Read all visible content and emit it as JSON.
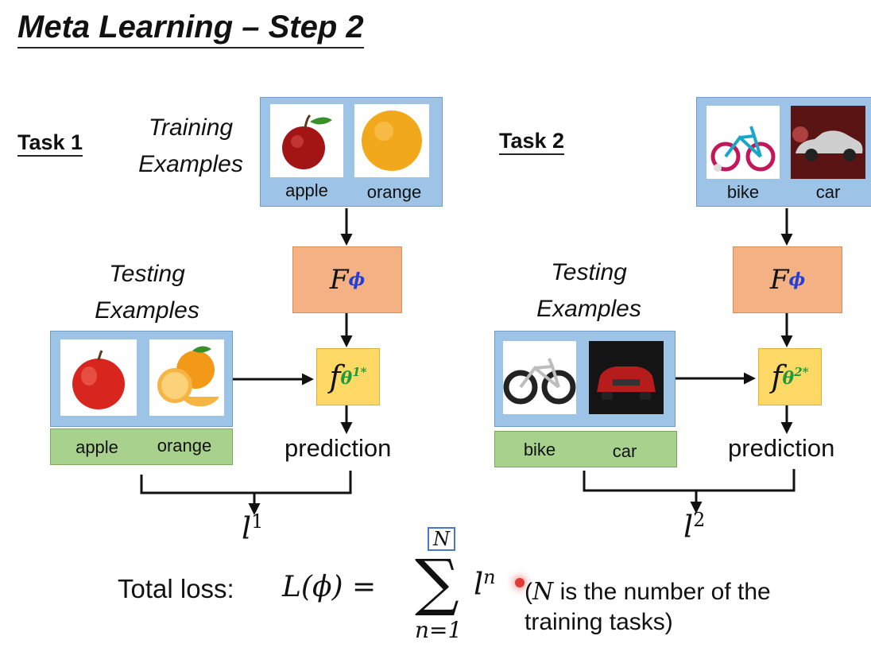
{
  "title": "Meta Learning – Step 2",
  "task1": {
    "label": "Task 1",
    "training_label": [
      "Training",
      "Examples"
    ],
    "training_captions": [
      "apple",
      "orange"
    ],
    "testing_label": [
      "Testing",
      "Examples"
    ],
    "testing_captions": [
      "apple",
      "orange"
    ],
    "meta_learner": {
      "symbol": "F",
      "subscript": "ϕ"
    },
    "learner": {
      "symbol": "f",
      "subscript": "θ",
      "superscript": "1*"
    },
    "prediction": "prediction",
    "loss": {
      "symbol": "l",
      "index": "1"
    }
  },
  "task2": {
    "label": "Task 2",
    "training_captions": [
      "bike",
      "car"
    ],
    "testing_label": [
      "Testing",
      "Examples"
    ],
    "testing_captions": [
      "bike",
      "car"
    ],
    "meta_learner": {
      "symbol": "F",
      "subscript": "ϕ"
    },
    "learner": {
      "symbol": "f",
      "subscript": "θ",
      "superscript": "2*"
    },
    "prediction": "prediction",
    "loss": {
      "symbol": "l",
      "index": "2"
    }
  },
  "total_loss": {
    "label": "Total loss:",
    "lhs": "L(ϕ) =",
    "sum_symbol": "∑",
    "upper_limit": "N",
    "lower_limit": "n=1",
    "term_symbol": "l",
    "term_index": "n",
    "note_line1_var": "N",
    "note_line1_rest": " is the number of the",
    "note_line2": "training tasks)",
    "note_open": "("
  },
  "colors": {
    "image_box": "#9dc3e6",
    "label_box": "#a9d18e",
    "meta_learner_box": "#f4b183",
    "learner_box": "#ffd966",
    "phi": "#1f3fd6",
    "theta": "#1e9a3c",
    "pointer_dot": "#e53935"
  }
}
